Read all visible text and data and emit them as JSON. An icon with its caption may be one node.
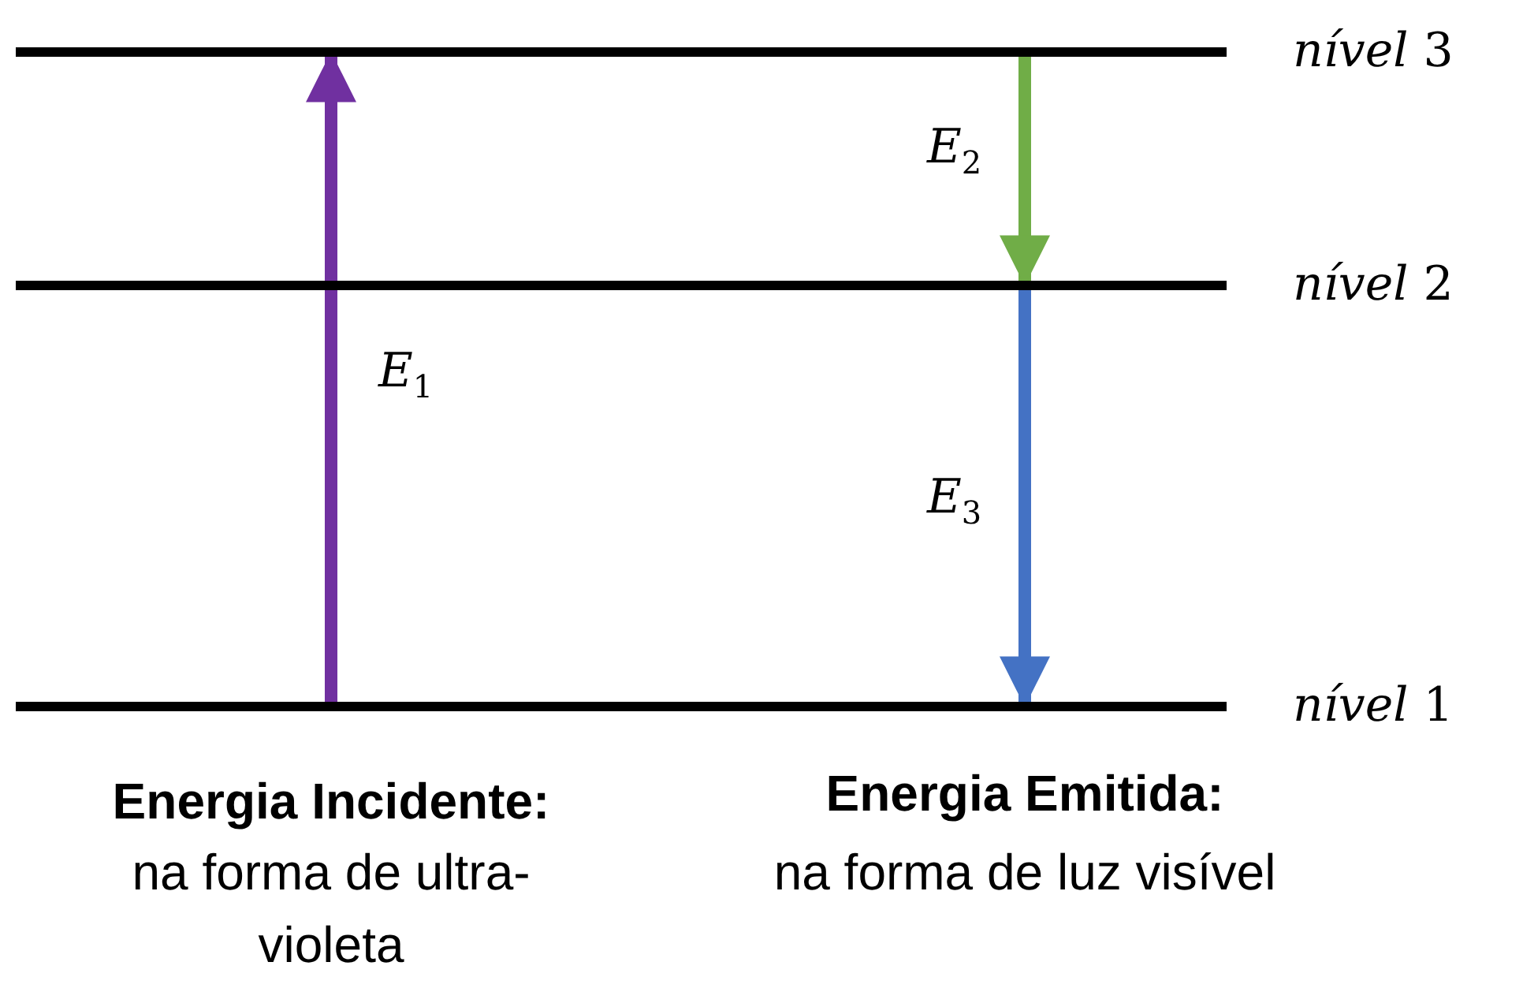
{
  "diagram": {
    "nodes": [
      {
        "text": [],
        "shape": "bar",
        "beside": [
          "*nível* 3"
        ]
      },
      {
        "text": [],
        "shape": "bar",
        "beside": [
          "*nível* 2"
        ]
      },
      {
        "text": [],
        "shape": "bar",
        "beside": [
          "*nível* 1"
        ]
      }
    ],
    "edges": [
      {
        "from": 2,
        "to": 0,
        "arrow": "to",
        "label": "E$_{1}$",
        "color": "#7030a0"
      },
      {
        "from": 0,
        "to": 1,
        "arrow": "to",
        "label": "E$_{2}$",
        "color": "#70ad47"
      },
      {
        "from": 1,
        "to": 2,
        "arrow": "to",
        "label": "E$_{3}$",
        "color": "#4472c4"
      }
    ],
    "labels": [
      "Energia Incidente:",
      "na forma de ultra-violeta",
      "Energia Emitida:",
      "na forma de luz visível"
    ]
  }
}
